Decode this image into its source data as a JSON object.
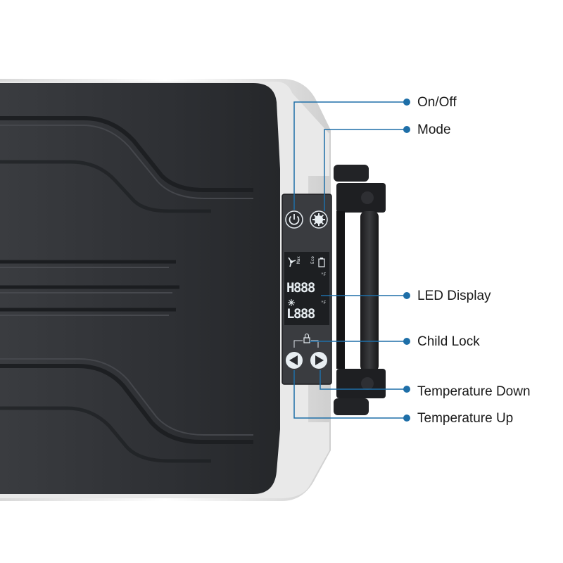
{
  "callouts": {
    "on_off": "On/Off",
    "mode": "Mode",
    "led_display": "LED Display",
    "child_lock": "Child Lock",
    "temperature_down": "Temperature Down",
    "temperature_up": "Temperature Up"
  },
  "display": {
    "top_digits": "H888",
    "bottom_digits": "L888",
    "unit_top": "°F",
    "unit_bottom": "°F",
    "tag_top": "Max",
    "tag_mid": "Eco"
  },
  "colors": {
    "leader_line": "#1e6fa8",
    "dot": "#1e6fa8",
    "body": "#2b2d30",
    "panel": "#3a3c40",
    "lcd_digit": "#e8eef2",
    "trim": "#f2f2f2"
  }
}
